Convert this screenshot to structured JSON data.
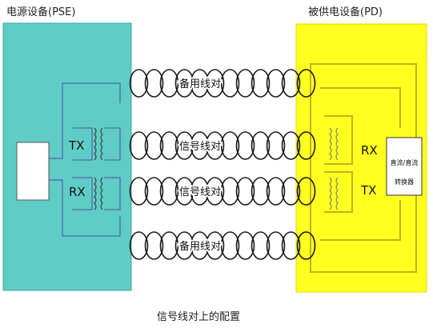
{
  "pse": {
    "title": "电源设备(PSE)",
    "module_label": ""
  },
  "pd": {
    "title": "被供电设备(PD)",
    "converter_line1": "直流/直流",
    "converter_line2": "转换器"
  },
  "pairs": [
    {
      "label": "备用线对"
    },
    {
      "label": "信号线对"
    },
    {
      "label": "信号线对"
    },
    {
      "label": "备用线对"
    }
  ],
  "ports": {
    "pse_tx": "TX",
    "pse_rx": "RX",
    "pd_rx": "RX",
    "pd_tx": "TX"
  },
  "caption": "信号线对上的配置",
  "colors": {
    "pse_fill": "#5fcdc6",
    "pd_fill": "#ffff20",
    "pd_border": "#e8d800",
    "wire": "#1a1a1a",
    "trace": "#4a4aa8"
  }
}
